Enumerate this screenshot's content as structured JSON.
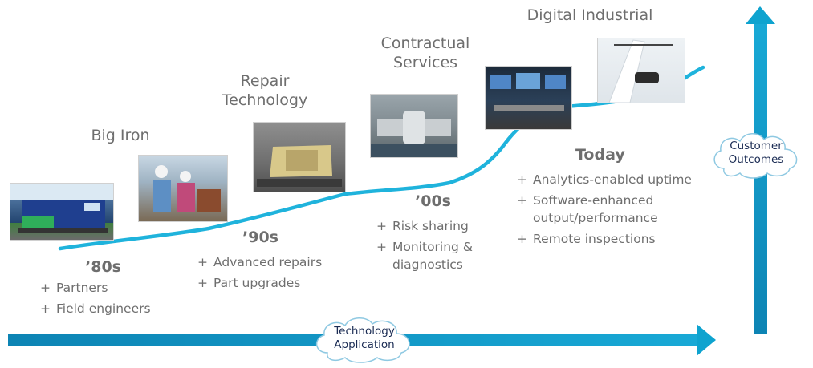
{
  "eras": [
    {
      "title": "Big Iron"
    },
    {
      "title": "Repair\nTechnology"
    },
    {
      "title": "Contractual\nServices"
    },
    {
      "title": "Digital Industrial"
    }
  ],
  "decades": [
    {
      "label": "’80s",
      "bullets": [
        "Partners",
        "Field engineers"
      ]
    },
    {
      "label": "’90s",
      "bullets": [
        "Advanced repairs",
        "Part upgrades"
      ]
    },
    {
      "label": "’00s",
      "bullets": [
        "Risk sharing",
        "Monitoring &\ndiagnostics"
      ]
    },
    {
      "label": "Today",
      "bullets": [
        "Analytics-enabled uptime",
        "Software-enhanced\noutput/performance",
        "Remote inspections"
      ]
    }
  ],
  "axes": {
    "x_label": "Technology\nApplication",
    "y_label": "Customer\nOutcomes"
  },
  "colors": {
    "accent": "#1fb3dc",
    "arrow": "#0b9bc8",
    "text": "#6e6e6e",
    "cloud_text": "#1b2c54"
  },
  "images": [
    {
      "icon": "locomotive-photo"
    },
    {
      "icon": "field-engineers-photo"
    },
    {
      "icon": "repair-part-photo"
    },
    {
      "icon": "turbine-rotor-photo"
    },
    {
      "icon": "control-room-photo"
    },
    {
      "icon": "wind-turbine-drone-photo"
    }
  ]
}
